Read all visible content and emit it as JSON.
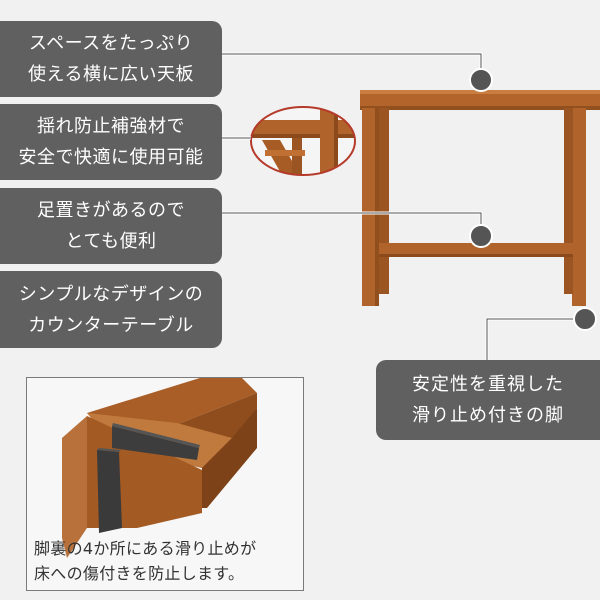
{
  "features": [
    {
      "id": "tabletop",
      "lines": [
        "スペースをたっぷり",
        "使える横に広い天板"
      ]
    },
    {
      "id": "brace",
      "lines": [
        "揺れ防止補強材で",
        "安全で快適に使用可能"
      ]
    },
    {
      "id": "footrest",
      "lines": [
        "足置きがあるので",
        "とても便利"
      ]
    },
    {
      "id": "design",
      "lines": [
        "シンプルなデザインの",
        "カウンターテーブル"
      ]
    },
    {
      "id": "feet",
      "lines": [
        "安定性を重視した",
        "滑り止め付きの脚"
      ]
    }
  ],
  "detail": {
    "caption_lines": [
      "脚裏の4か所にある滑り止めが",
      "床への傷付きを防止します。"
    ]
  },
  "colors": {
    "label_bg": "#606060",
    "label_text": "#ffffff",
    "wood": "#b0632a",
    "wood_dark": "#8c4a1c",
    "pad": "#3d3d3d",
    "accent_ring": "#b53a2a"
  }
}
